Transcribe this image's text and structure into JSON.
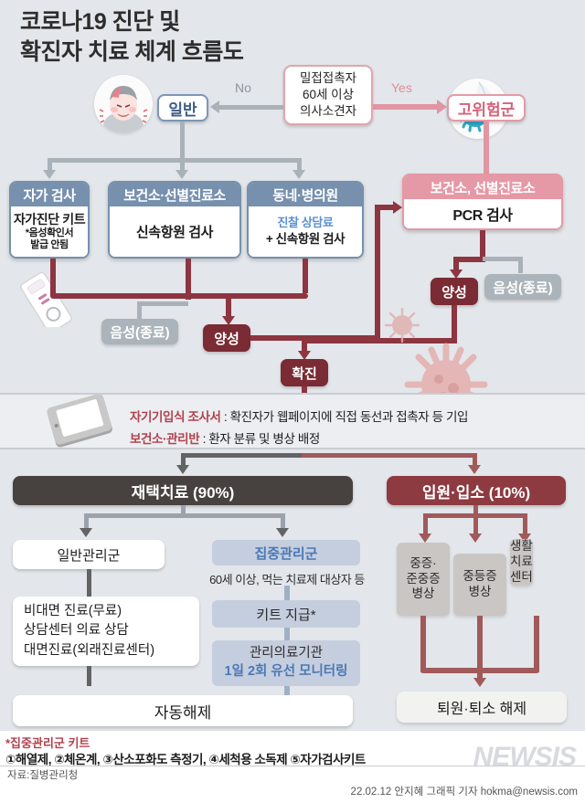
{
  "header": {
    "title_line1": "코로나19 진단 및",
    "title_line2": "확진자 치료 체계 흐름도"
  },
  "flow": {
    "normal_label": "일반",
    "decision": {
      "line1": "밀접접촉자",
      "line2": "60세 이상",
      "line3": "의사소견자"
    },
    "no_label": "No",
    "yes_label": "Yes",
    "highrisk_label": "고위험군",
    "tests": [
      {
        "header": "자가 검사",
        "body_main": "자가진단 키트",
        "body_sub1": "*음성확인서",
        "body_sub2": "발급 안됨"
      },
      {
        "header": "보건소·선별진료소",
        "body_main": "신속항원 검사"
      },
      {
        "header": "동네·병의원",
        "body_sub_blue": "진찰 상담료",
        "body_main": "+ 신속항원 검사"
      }
    ],
    "pcr": {
      "header": "보건소, 선별진료소",
      "body": "PCR 검사"
    },
    "negative_left": "음성(종료)",
    "positive_left": "양성",
    "positive_right": "양성",
    "negative_right": "음성(종료)",
    "confirmed": "확진"
  },
  "midband": {
    "row1_key": "자기기입식 조사서",
    "row1_val": ": 확진자가 웹페이지에 직접 동선과 접촉자 등 기입",
    "row2_key": "보건소·관리반",
    "row2_val": ": 환자 분류 및 병상 배정"
  },
  "bottom": {
    "home_care_header": "재택치료 (90%)",
    "hospital_header": "입원·입소 (10%)",
    "general_group": "일반관리군",
    "general_detail": [
      "비대면 진료(무료)",
      "상담센터 의료 상담",
      "대면진료(외래진료센터)"
    ],
    "intensive_group": "집중관리군",
    "intensive_target": "60세 이상, 먹는 치료제 대상자 등",
    "kit_supply": "키트 지급*",
    "mgmt_org_line1": "관리의료기관",
    "mgmt_org_line2": "1일 2회 유선 모니터링",
    "auto_release": "자동해제",
    "beds": [
      {
        "line1": "중증·",
        "line2": "준중증",
        "line3": "병상"
      },
      {
        "line1": "중등증",
        "line2": "병상"
      },
      {
        "line1": "생활",
        "line2": "치료",
        "line3": "센터"
      }
    ],
    "discharge": "퇴원·퇴소 해제"
  },
  "footnotes": {
    "kit_title": "*집중관리군 키트",
    "kit_items": "①해열제, ②체온계, ③산소포화도 측정기, ④세척용 소독제 ⑤자가검사키트",
    "source": "자료:질병관리청",
    "credit": "22.02.12 안지혜 그래픽 기자 hokma@newsis.com",
    "watermark": "NEWSIS"
  },
  "colors": {
    "bg": "#e3e6ea",
    "blue_header": "#7690ae",
    "pink_header": "#e598a5",
    "maroon": "#7a2b33",
    "gray_chip": "#aab4ba",
    "dark_section": "#47423f",
    "red_section": "#8d3a41",
    "accent_red_text": "#b1424f",
    "accent_blue_text": "#4a78b5"
  }
}
